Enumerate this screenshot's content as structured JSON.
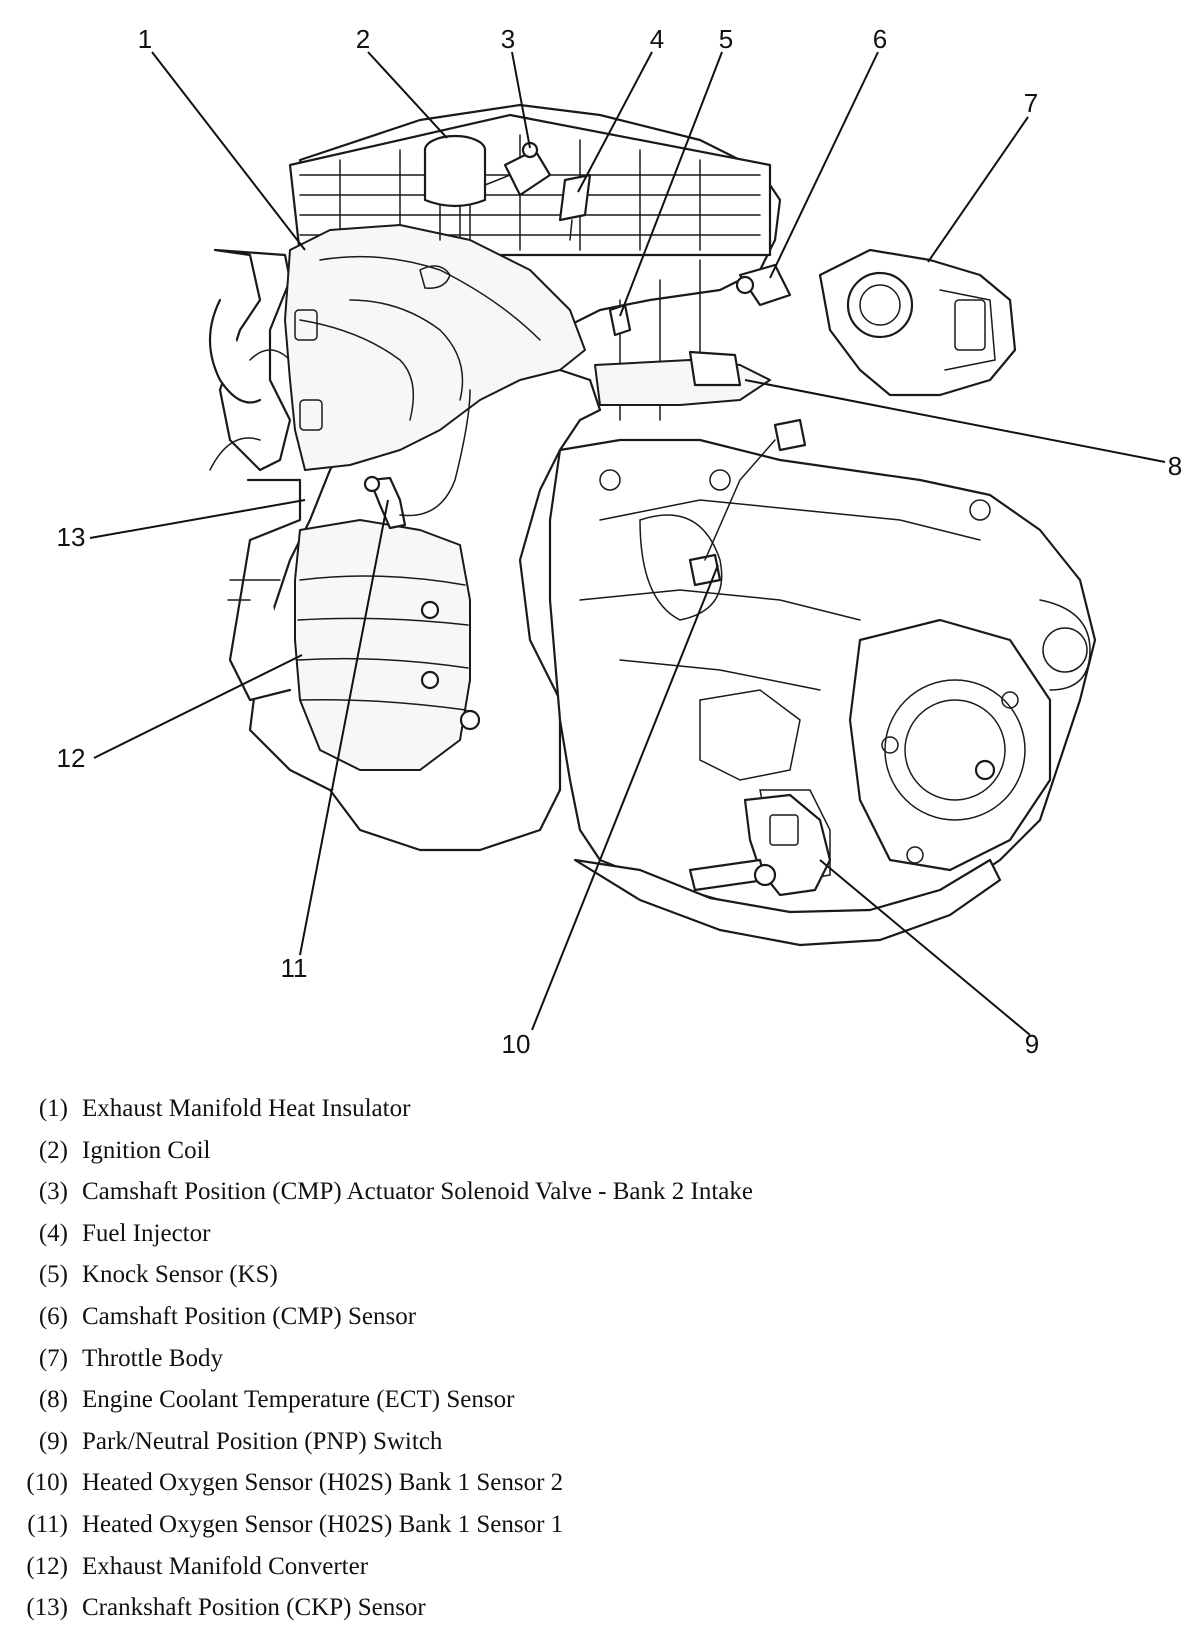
{
  "callouts": [
    "1",
    "2",
    "3",
    "4",
    "5",
    "6",
    "7",
    "8",
    "9",
    "10",
    "11",
    "12",
    "13"
  ],
  "legend": [
    {
      "num": "(1)",
      "text": "Exhaust Manifold Heat Insulator"
    },
    {
      "num": "(2)",
      "text": "Ignition Coil"
    },
    {
      "num": "(3)",
      "text": "Camshaft Position (CMP) Actuator Solenoid Valve - Bank 2 Intake"
    },
    {
      "num": "(4)",
      "text": "Fuel Injector"
    },
    {
      "num": "(5)",
      "text": "Knock Sensor (KS)"
    },
    {
      "num": "(6)",
      "text": "Camshaft Position (CMP) Sensor"
    },
    {
      "num": "(7)",
      "text": "Throttle Body"
    },
    {
      "num": "(8)",
      "text": "Engine Coolant Temperature (ECT) Sensor"
    },
    {
      "num": "(9)",
      "text": "Park/Neutral Position (PNP) Switch"
    },
    {
      "num": "(10)",
      "text": "Heated Oxygen Sensor (H02S) Bank 1 Sensor 2"
    },
    {
      "num": "(11)",
      "text": "Heated Oxygen Sensor (H02S) Bank 1 Sensor 1"
    },
    {
      "num": "(12)",
      "text": "Exhaust Manifold Converter"
    },
    {
      "num": "(13)",
      "text": "Crankshaft Position (CKP) Sensor"
    }
  ]
}
